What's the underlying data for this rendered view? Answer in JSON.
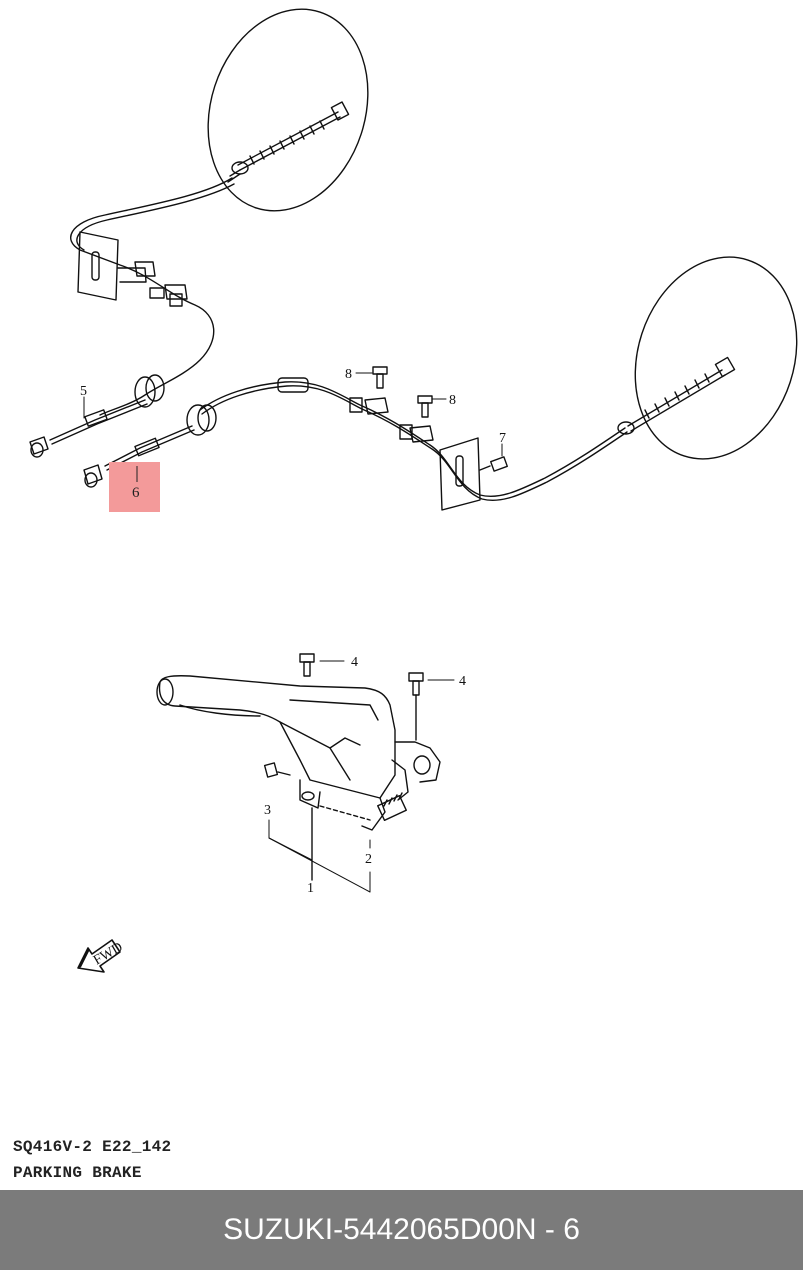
{
  "diagram": {
    "callouts": {
      "c1": "1",
      "c2": "2",
      "c3": "3",
      "c4a": "4",
      "c4b": "4",
      "c5": "5",
      "c6": "6",
      "c7": "7",
      "c8a": "8",
      "c8b": "8"
    },
    "highlight_color": "#f39a9a",
    "fwd_label": "FWD"
  },
  "caption": {
    "code": "SQ416V-2 E22_142",
    "title": "PARKING BRAKE"
  },
  "footer": {
    "brand": "SUZUKI",
    "separator": "-",
    "part_number": "5442065D00",
    "position": "N - 6",
    "background": "#7b7b7b"
  }
}
